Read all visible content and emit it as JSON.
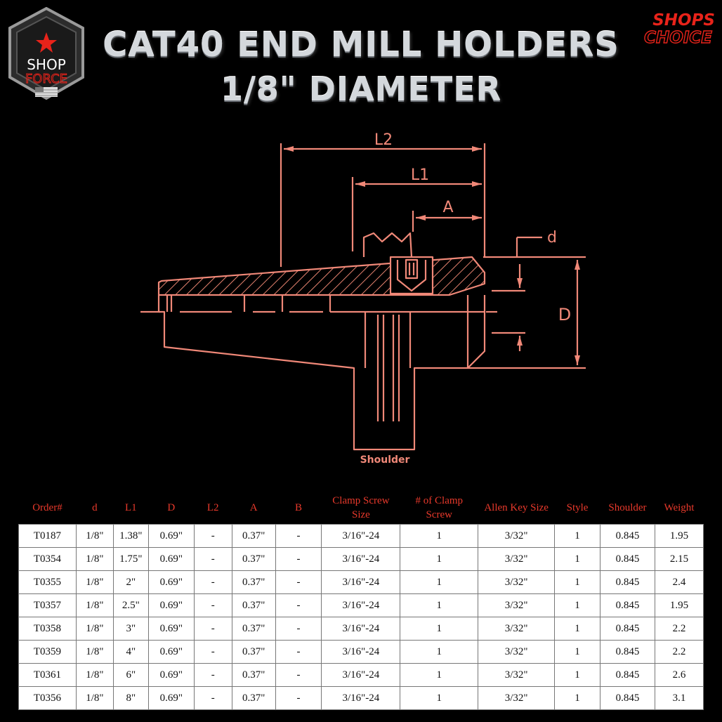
{
  "header": {
    "title_line1": "CAT40 END MILL HOLDERS",
    "title_line2": "1/8\" DIAMETER"
  },
  "logo_left": {
    "line1": "SHOP",
    "line2": "FORCE",
    "icon": "star-icon"
  },
  "logo_right": {
    "line1": "SHOPS",
    "line2": "CHOICE"
  },
  "diagram": {
    "labels": {
      "l2": "L2",
      "l1": "L1",
      "a": "A",
      "d_small": "d",
      "d_big": "D",
      "shoulder": "Shoulder"
    },
    "colors": {
      "line": "#f08878",
      "hatch": "#e7836f"
    }
  },
  "table": {
    "headers": [
      "Order#",
      "d",
      "L1",
      "D",
      "L2",
      "A",
      "B",
      "Clamp Screw Size",
      "# of Clamp Screw",
      "Allen Key Size",
      "Style",
      "Shoulder",
      "Weight"
    ],
    "rows": [
      [
        "T0187",
        "1/8\"",
        "1.38\"",
        "0.69\"",
        "-",
        "0.37\"",
        "-",
        "3/16\"-24",
        "1",
        "3/32\"",
        "1",
        "0.845",
        "1.95"
      ],
      [
        "T0354",
        "1/8\"",
        "1.75\"",
        "0.69\"",
        "-",
        "0.37\"",
        "-",
        "3/16\"-24",
        "1",
        "3/32\"",
        "1",
        "0.845",
        "2.15"
      ],
      [
        "T0355",
        "1/8\"",
        "2\"",
        "0.69\"",
        "-",
        "0.37\"",
        "-",
        "3/16\"-24",
        "1",
        "3/32\"",
        "1",
        "0.845",
        "2.4"
      ],
      [
        "T0357",
        "1/8\"",
        "2.5\"",
        "0.69\"",
        "-",
        "0.37\"",
        "-",
        "3/16\"-24",
        "1",
        "3/32\"",
        "1",
        "0.845",
        "1.95"
      ],
      [
        "T0358",
        "1/8\"",
        "3\"",
        "0.69\"",
        "-",
        "0.37\"",
        "-",
        "3/16\"-24",
        "1",
        "3/32\"",
        "1",
        "0.845",
        "2.2"
      ],
      [
        "T0359",
        "1/8\"",
        "4\"",
        "0.69\"",
        "-",
        "0.37\"",
        "-",
        "3/16\"-24",
        "1",
        "3/32\"",
        "1",
        "0.845",
        "2.2"
      ],
      [
        "T0361",
        "1/8\"",
        "6\"",
        "0.69\"",
        "-",
        "0.37\"",
        "-",
        "3/16\"-24",
        "1",
        "3/32\"",
        "1",
        "0.845",
        "2.6"
      ],
      [
        "T0356",
        "1/8\"",
        "8\"",
        "0.69\"",
        "-",
        "0.37\"",
        "-",
        "3/16\"-24",
        "1",
        "3/32\"",
        "1",
        "0.845",
        "3.1"
      ]
    ]
  },
  "colors": {
    "background": "#000000",
    "header_text": "#e8392b",
    "accent_red": "#e8231a"
  }
}
